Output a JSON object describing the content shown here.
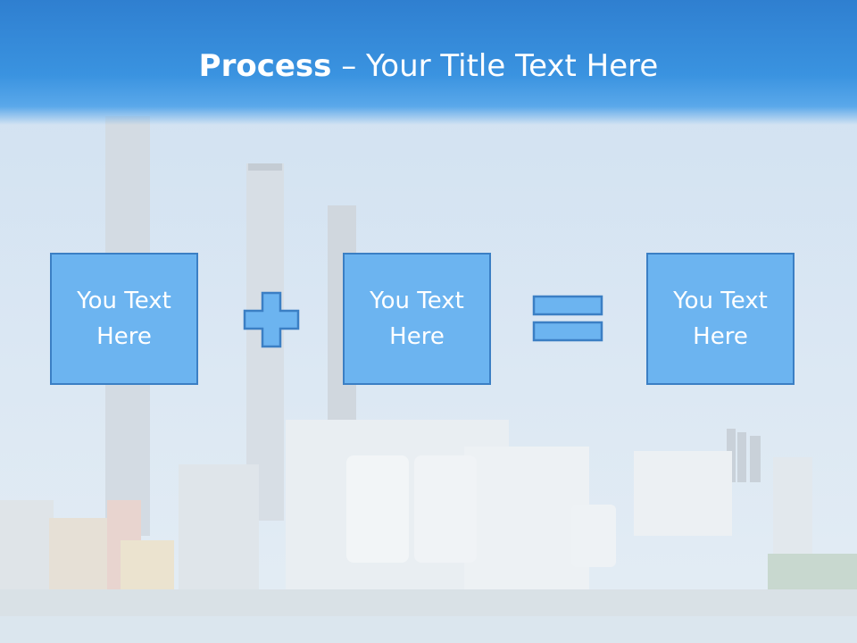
{
  "slide": {
    "title_bold": "Process",
    "title_dash": " – ",
    "title_rest": "Your Title Text Here"
  },
  "process": {
    "box_1": "You Text Here",
    "operator_1": "plus",
    "box_2": "You Text Here",
    "operator_2": "equals",
    "box_3": "You Text Here"
  },
  "colors": {
    "header": "#3a93e0",
    "box_fill": "#6cb4f0",
    "box_border": "#3b7fc4",
    "text": "#ffffff"
  },
  "background": "industrial-power-plant-photo"
}
